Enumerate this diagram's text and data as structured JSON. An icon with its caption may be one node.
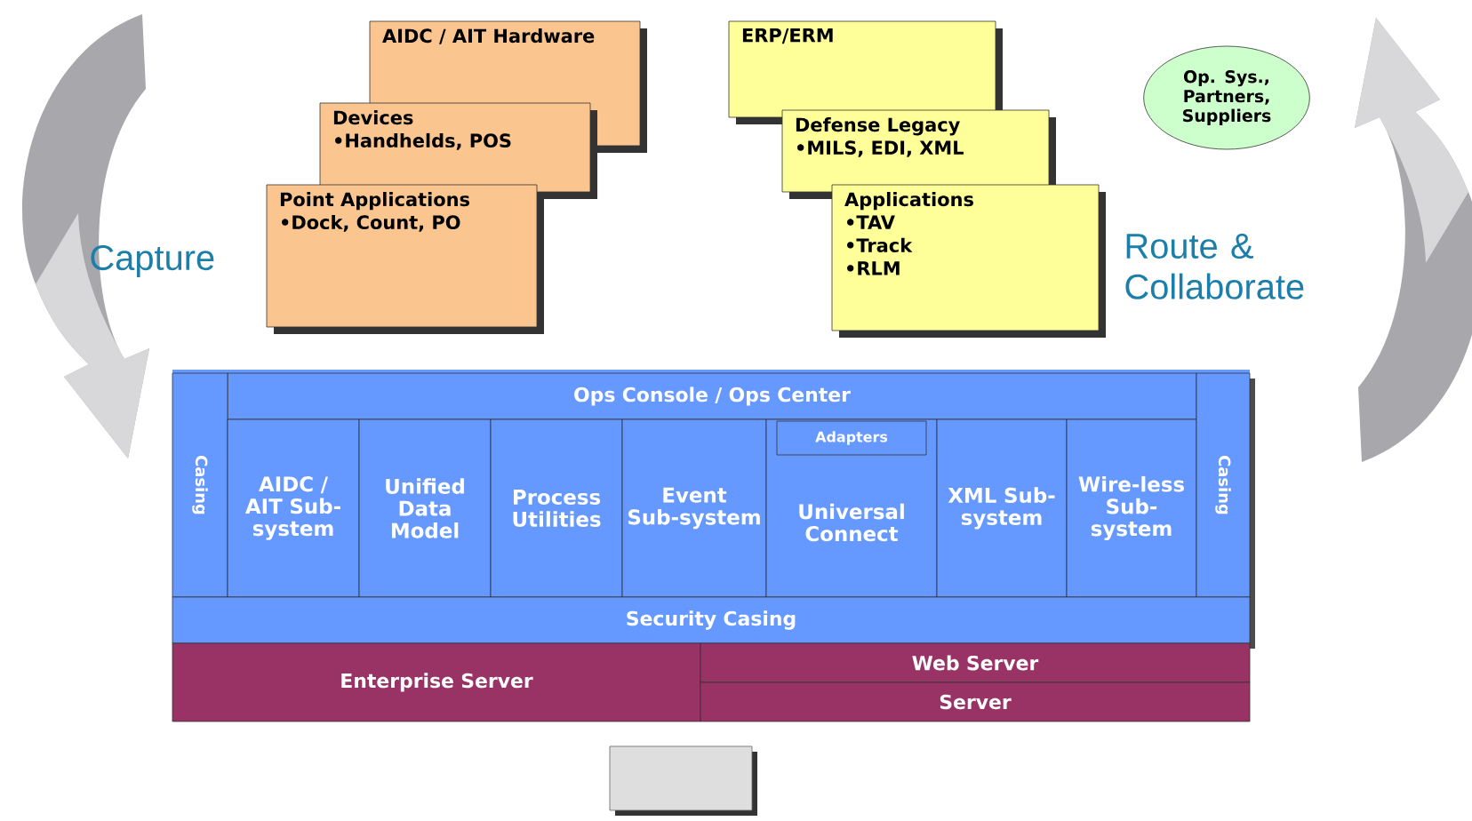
{
  "diagram": {
    "nodes": [
      {
        "text": [
          "AIDC / AIT Hardware"
        ]
      },
      {
        "text": [
          "Devices",
          "•Handhelds, POS"
        ]
      },
      {
        "text": [
          "Point Applications",
          "•Dock, Count, PO"
        ]
      },
      {
        "text": [
          "ERP/ERM"
        ]
      },
      {
        "text": [
          "Defense Legacy",
          "•MILS, EDI, XML"
        ]
      },
      {
        "text": [
          "Applications",
          "•TAV",
          "•Track",
          "•RLM"
        ]
      },
      {
        "text": [
          "Op. Sys., Partners, Suppliers"
        ]
      },
      {
        "text": [
          "Ops Console / Ops Center"
        ]
      },
      {
        "text": [
          "Casing"
        ]
      },
      {
        "text": [
          "AIDC / AIT Sub-system"
        ]
      },
      {
        "text": [
          "Unified Data Model"
        ]
      },
      {
        "text": [
          "Process Utilities"
        ]
      },
      {
        "text": [
          "Event Sub-system"
        ]
      },
      {
        "text": [
          "Universal Connect"
        ]
      },
      {
        "text": [
          "Adapters"
        ],
        "in": 13
      },
      {
        "text": [
          "XML Sub-system"
        ]
      },
      {
        "text": [
          "Wire-less Sub-system"
        ]
      },
      {
        "text": [
          "Casing"
        ]
      },
      {
        "text": [
          "Security Casing"
        ]
      },
      {
        "text": [
          "Enterprise Server"
        ]
      },
      {
        "text": [
          "Web Server"
        ]
      },
      {
        "text": [
          "Server"
        ]
      },
      {
        "text": [],
        "shape": "box"
      }
    ],
    "labels": [
      "Capture",
      "Route & Collaborate"
    ]
  }
}
